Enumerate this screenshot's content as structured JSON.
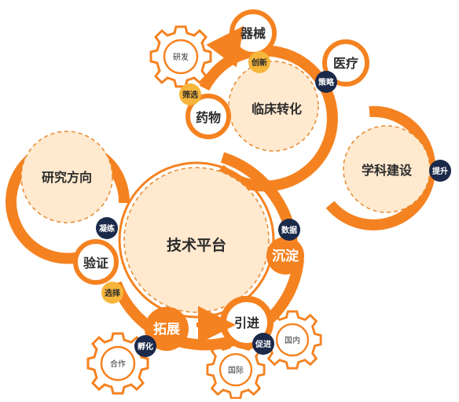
{
  "colors": {
    "orange": "#F58220",
    "light_orange": "#FFE9CF",
    "dash": "#E8892B",
    "navy": "#1B2A4A",
    "yellow": "#F6B53B",
    "white": "#FFFFFF"
  },
  "nodes": {
    "center": "技术平台",
    "research_direction": "研究方向",
    "clinical_translation": "临床转化",
    "discipline_building": "学科建设",
    "verification": "验证",
    "expansion": "拓展",
    "introduction": "引进",
    "precipitation": "沉淀",
    "drugs": "药物",
    "devices": "器械",
    "medical": "医疗"
  },
  "badges": {
    "condense": "凝练",
    "select": "选择",
    "incubate": "孵化",
    "promote": "促进",
    "data": "数据",
    "screen": "筛选",
    "innovate": "创新",
    "strategy": "策略",
    "enhance": "提升"
  },
  "gears": {
    "rnd": "研发",
    "cooperation": "合作",
    "domestic": "国内",
    "international": "国际"
  }
}
